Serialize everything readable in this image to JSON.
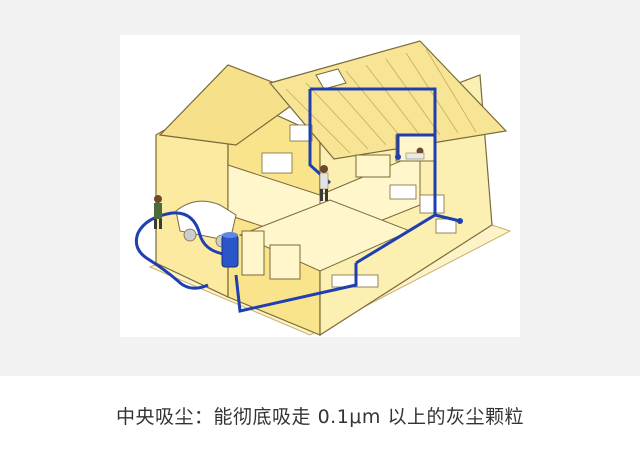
{
  "caption": "中央吸尘：能彻底吸走 0.1μm 以上的灰尘颗粒",
  "colors": {
    "wall": "#fbeaa0",
    "wall_dark": "#f3d96a",
    "roof": "#f6e08a",
    "outline": "#7a6a3a",
    "pipe": "#1f3fb0",
    "canister": "#2a56c9",
    "background": "#f2f2f2"
  },
  "icons": [
    "house-illustration",
    "vacuum-pipe",
    "vacuum-unit",
    "person-figure",
    "car-shape"
  ]
}
